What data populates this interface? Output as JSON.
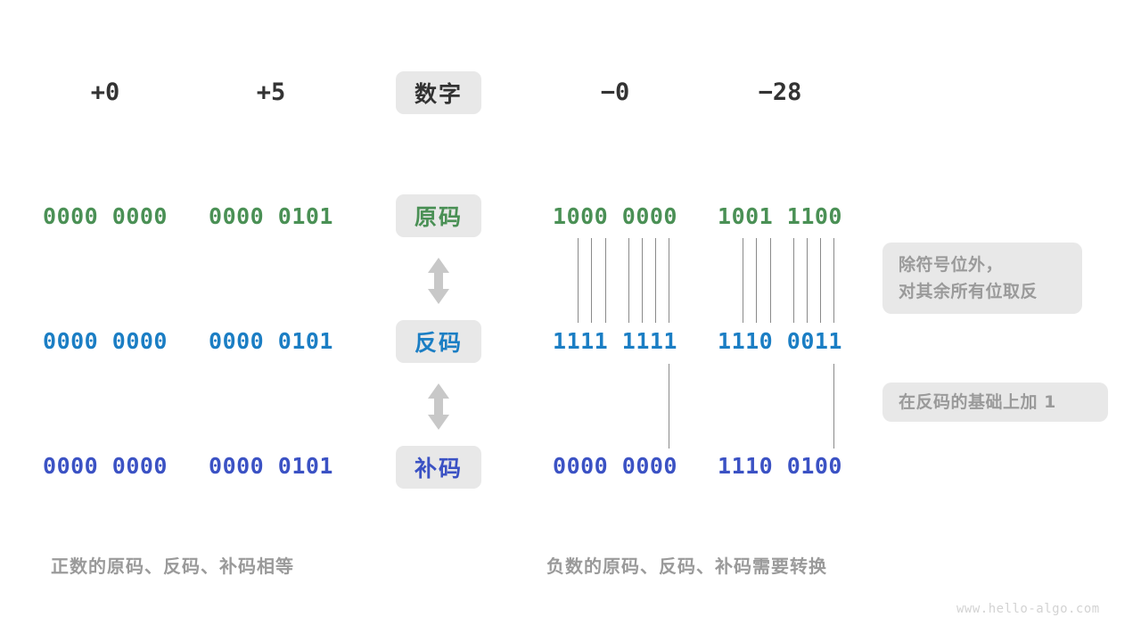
{
  "diagram": {
    "title_row": {
      "label": "数字",
      "columns": [
        "+0",
        "+5",
        "−0",
        "−28"
      ]
    },
    "rows": [
      {
        "key": "true_form",
        "label": "原码",
        "color": "#4a9055",
        "values": [
          "0000 0000",
          "0000 0101",
          "1000 0000",
          "1001 1100"
        ]
      },
      {
        "key": "ones_complement",
        "label": "反码",
        "color": "#1b7ec4",
        "values": [
          "0000 0000",
          "0000 0101",
          "1111 1111",
          "1110 0011"
        ]
      },
      {
        "key": "twos_complement",
        "label": "补码",
        "color": "#3b52c4",
        "values": [
          "0000 0000",
          "0000 0101",
          "0000 0000",
          "1110 0100"
        ]
      }
    ],
    "notes": [
      {
        "key": "invert-note",
        "lines": [
          "除符号位外，",
          "对其余所有位取反"
        ]
      },
      {
        "key": "add-one-note",
        "lines": [
          "在反码的基础上加 1"
        ]
      }
    ],
    "captions": {
      "left": "正数的原码、反码、补码相等",
      "right": "负数的原码、反码、补码需要转换"
    },
    "watermark": "www.hello-algo.com",
    "arrow_icon": "double-headed-vertical-arrow",
    "palette": {
      "pill_bg": "#e8e8e8",
      "note_bg": "#e8e8e8",
      "note_text": "#9a9a9a",
      "caption_text": "#9a9a9a",
      "header_text": "#333333",
      "line": "#8a8a8a",
      "watermark": "#d3d3d3",
      "background": "#ffffff"
    }
  }
}
